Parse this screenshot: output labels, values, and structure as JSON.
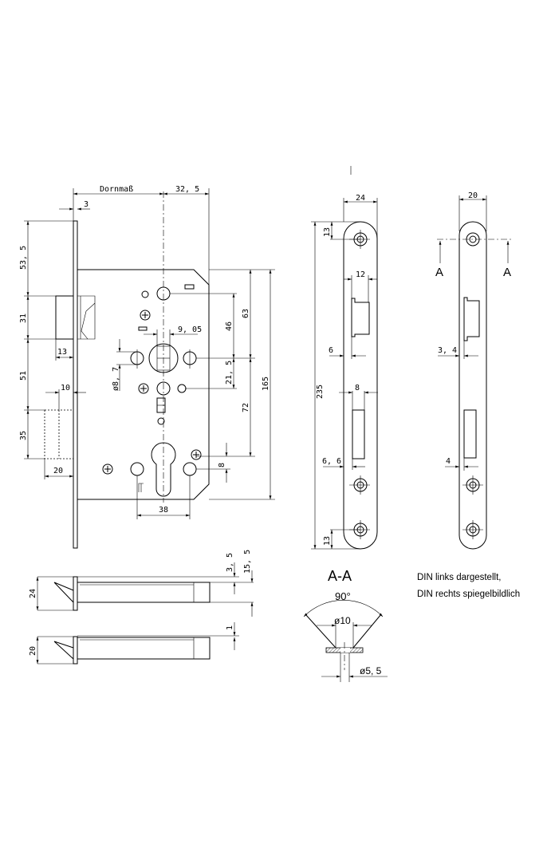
{
  "lock": {
    "dornmass": "Dornmaß",
    "d32_5": "32, 5",
    "d3": "3",
    "d53_5": "53, 5",
    "d31": "31",
    "d13": "13",
    "d51": "51",
    "d10": "10",
    "d35": "35",
    "d20": "20",
    "d9_05": "9, 05",
    "d8_7": "ø8, 7",
    "d46": "46",
    "d63": "63",
    "d21_5": "21, 5",
    "d72": "72",
    "d165": "165",
    "d8": "8",
    "d38": "38"
  },
  "strike1": {
    "d24": "24",
    "d13a": "13",
    "d12": "12",
    "d6": "6",
    "d8": "8",
    "d6_6": "6, 6",
    "d235": "235",
    "d13b": "13"
  },
  "strike2": {
    "d20": "20",
    "d3_4": "3, 4",
    "d4": "4",
    "a_left": "A",
    "a_right": "A"
  },
  "bottom": {
    "d24": "24",
    "d3_5": "3, 5",
    "d15_5": "15, 5",
    "d20": "20",
    "d1": "1"
  },
  "section": {
    "title": "A-A",
    "angle": "90°",
    "d10": "ø10",
    "d5_5": "ø5, 5"
  },
  "notes": [
    "DIN links dargestellt,",
    "DIN rechts spiegelbildlich"
  ]
}
